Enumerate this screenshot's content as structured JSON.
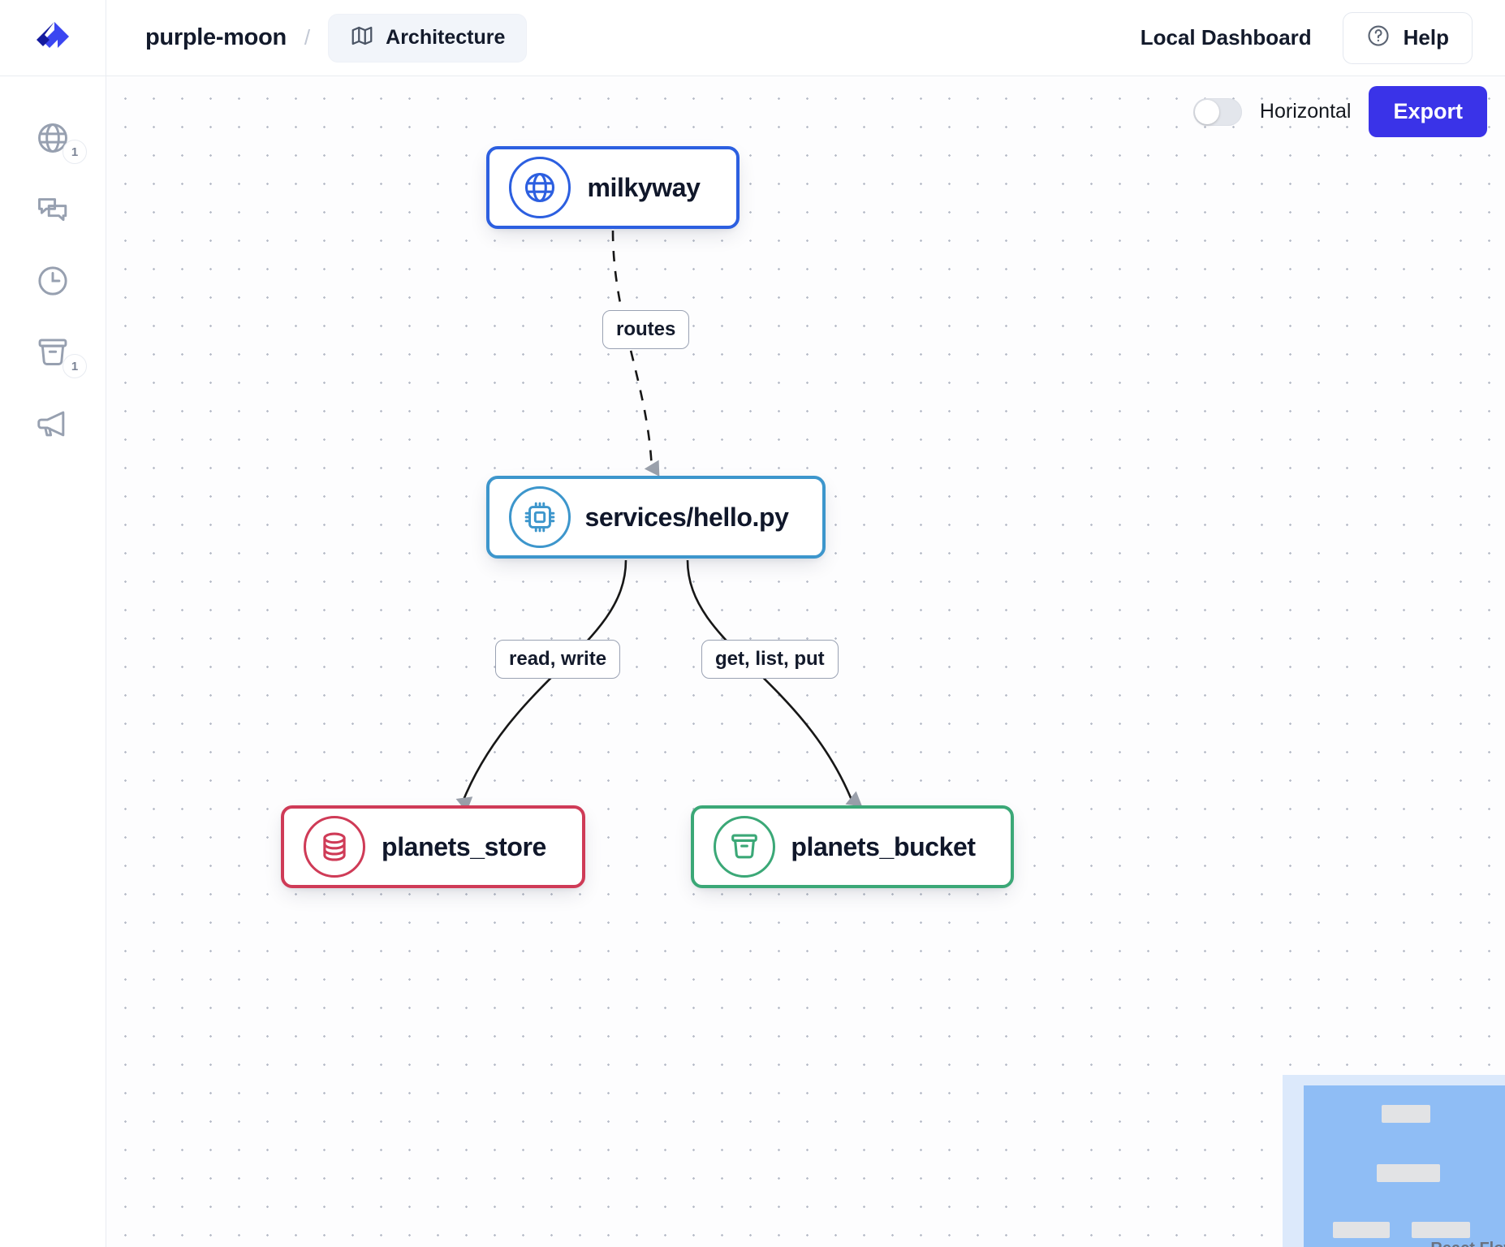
{
  "header": {
    "logo_icon": "app-logo-icon",
    "brand": "purple-moon",
    "separator": "/",
    "tab": {
      "label": "Architecture",
      "icon": "map-icon"
    },
    "local_dashboard": "Local Dashboard",
    "help": {
      "label": "Help",
      "icon": "question-circle-icon"
    }
  },
  "sidebar": {
    "items": [
      {
        "icon": "globe-icon",
        "name": "globe",
        "badge": "1"
      },
      {
        "icon": "chat-icon",
        "name": "chat",
        "badge": ""
      },
      {
        "icon": "clock-icon",
        "name": "clock",
        "badge": ""
      },
      {
        "icon": "bucket-icon",
        "name": "bucket",
        "badge": "1"
      },
      {
        "icon": "megaphone-icon",
        "name": "megaphone",
        "badge": ""
      }
    ]
  },
  "canvas": {
    "controls": {
      "toggle_label": "Horizontal",
      "toggle_on": false,
      "export_label": "Export"
    },
    "attribution": "React Flow",
    "nodes": [
      {
        "id": "milkyway",
        "label": "milkyway",
        "icon": "globe-icon",
        "color": "#2c5fe0"
      },
      {
        "id": "service",
        "label": "services/hello.py",
        "icon": "cpu-chip-icon",
        "color": "#3d96cc"
      },
      {
        "id": "store",
        "label": "planets_store",
        "icon": "database-icon",
        "color": "#cf3b57"
      },
      {
        "id": "bucket",
        "label": "planets_bucket",
        "icon": "bucket-icon",
        "color": "#3ba877"
      }
    ],
    "edges": [
      {
        "id": "routes",
        "from": "milkyway",
        "to": "service",
        "label": "routes",
        "style": "dashed"
      },
      {
        "id": "rw",
        "from": "service",
        "to": "store",
        "label": "read, write",
        "style": "solid"
      },
      {
        "id": "glp",
        "from": "service",
        "to": "bucket",
        "label": "get, list, put",
        "style": "solid"
      }
    ],
    "minimap": {
      "node_count": 4
    }
  }
}
